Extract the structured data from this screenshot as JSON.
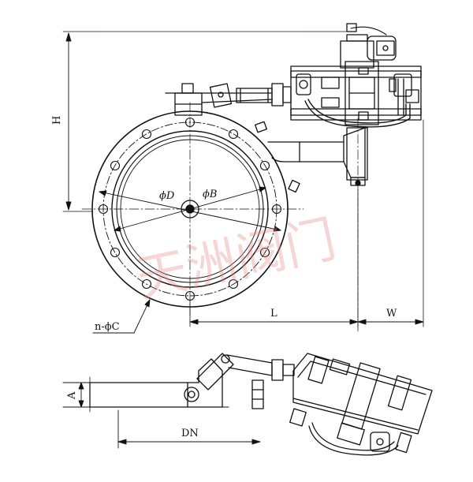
{
  "dimensions": {
    "H": "H",
    "phiD": "ϕD",
    "phiB": "ϕB",
    "nphiC": "n-ϕC",
    "L": "L",
    "W": "W",
    "A": "A",
    "DN": "DN"
  },
  "watermark": "天洲阀门",
  "colors": {
    "line": "#111111",
    "watermark": "#e98a8a"
  }
}
